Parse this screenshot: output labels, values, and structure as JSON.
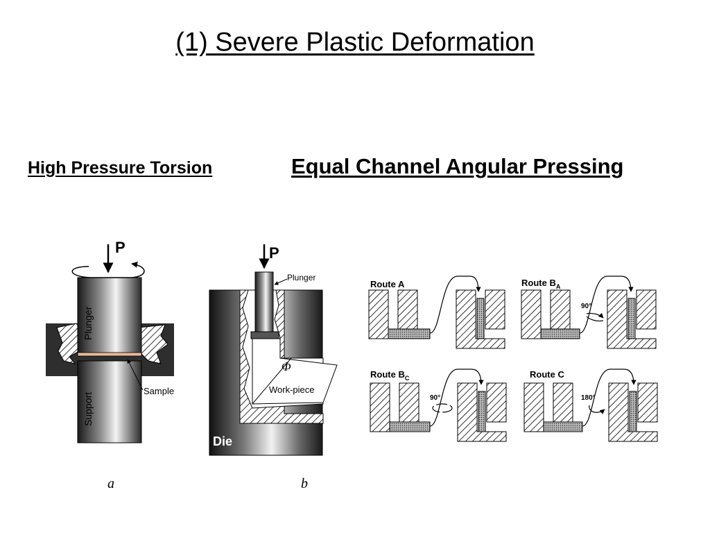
{
  "slide": {
    "title": "(1) Severe Plastic Deformation",
    "hpt_heading": "High Pressure Torsion",
    "ecap_heading": "Equal Channel Angular Pressing"
  },
  "figure_a": {
    "load": "P",
    "plunger": "Plunger",
    "sample": "Sample",
    "support": "Support",
    "caption": "a"
  },
  "figure_b": {
    "load": "P",
    "plunger": "Plunger",
    "angle": "Φ",
    "workpiece": "Work-piece",
    "die": "Die",
    "caption": "b"
  },
  "routes": {
    "a": {
      "name": "Route A",
      "sub": ""
    },
    "ba": {
      "name": "Route B",
      "sub": "A",
      "angle": "90°"
    },
    "bc": {
      "name": "Route B",
      "sub": "C",
      "angle": "90°"
    },
    "c": {
      "name": "Route C",
      "sub": "",
      "angle": "180°"
    }
  }
}
